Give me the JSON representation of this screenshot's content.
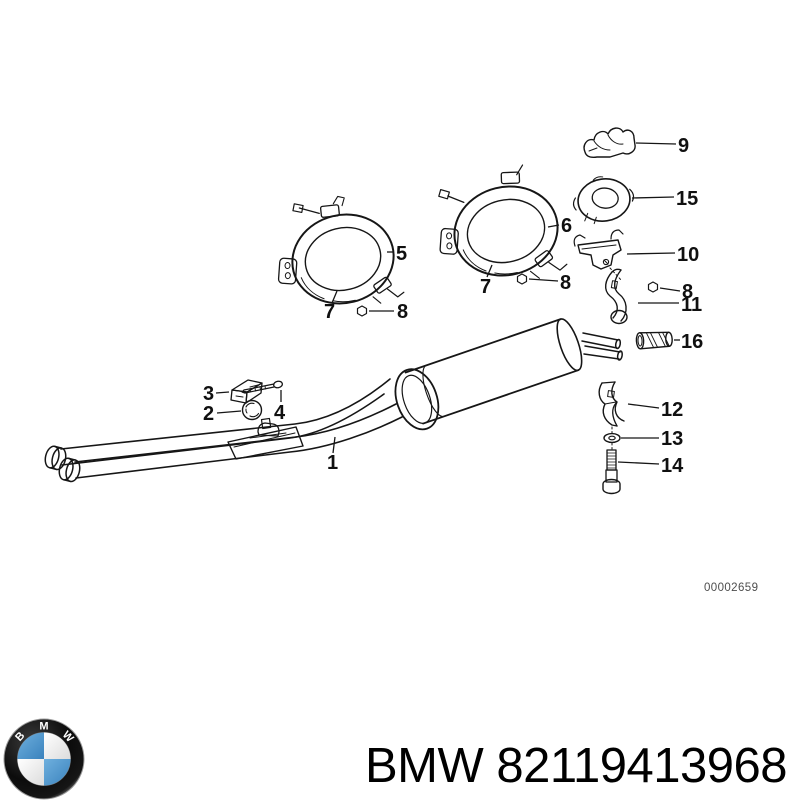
{
  "diagram": {
    "drawing_number": "00002659",
    "callouts": {
      "c1": "1",
      "c2": "2",
      "c3": "3",
      "c4": "4",
      "c5": "5",
      "c6": "6",
      "c7_left": "7",
      "c7_right": "7",
      "c8_left": "8",
      "c8_ring": "8",
      "c8_bracket": "8",
      "c9": "9",
      "c10": "10",
      "c11": "11",
      "c12": "12",
      "c13": "13",
      "c14": "14",
      "c15": "15",
      "c16": "16"
    }
  },
  "footer": {
    "brand_text": "BMW 82119413968",
    "logo_letters": {
      "b": "B",
      "m": "M",
      "w": "W"
    }
  },
  "colors": {
    "roundel_blue": "#4a97cf",
    "ink": "#161616",
    "drawing_number_gray": "#4d4d4d"
  }
}
